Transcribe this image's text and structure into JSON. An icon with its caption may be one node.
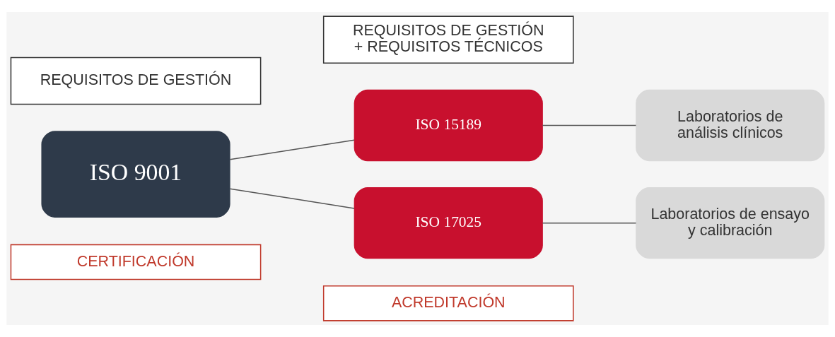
{
  "diagram": {
    "nodes": [
      {
        "text": [
          "CERTIFICACIÓN"
        ]
      },
      {
        "text": [
          "ACREDITACIÓN"
        ]
      },
      {
        "text": [
          "ISO 9001"
        ]
      },
      {
        "text": [
          "ISO 15189"
        ]
      },
      {
        "text": [
          "Laboratorios de análisis clínicos"
        ]
      },
      {
        "text": [
          "ISO 17025"
        ]
      },
      {
        "text": [
          "Laboratorios de ensayo y calibración"
        ]
      },
      {
        "text": [
          "REQUISITOS DE GESTIÓN"
        ]
      },
      {
        "text": [
          "REQUISITOS DE GESTIÓN + REQUISITOS TÉCNICOS"
        ]
      }
    ],
    "edges": [
      {
        "from": 2,
        "to": 3,
        "arrow": "none"
      },
      {
        "from": 2,
        "to": 5,
        "arrow": "none"
      },
      {
        "from": 3,
        "to": 4,
        "arrow": "none"
      },
      {
        "from": 5,
        "to": 6,
        "arrow": "none"
      }
    ]
  }
}
